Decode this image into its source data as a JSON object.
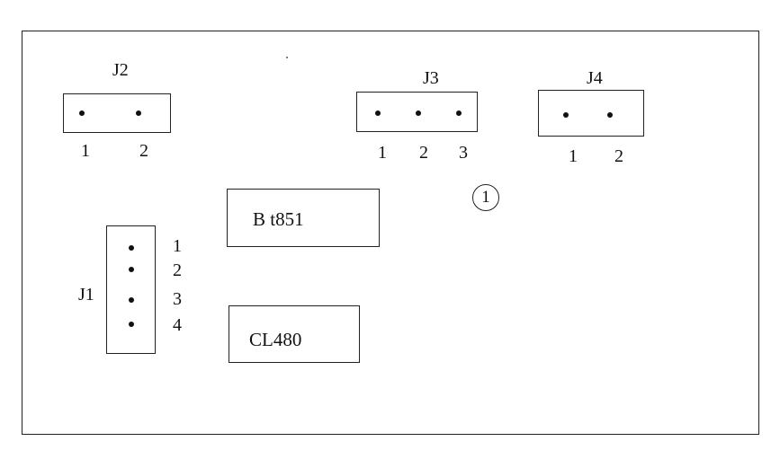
{
  "connectors": {
    "j2": {
      "name": "J2",
      "pins": [
        "1",
        "2"
      ]
    },
    "j3": {
      "name": "J3",
      "pins": [
        "1",
        "2",
        "3"
      ]
    },
    "j4": {
      "name": "J4",
      "pins": [
        "1",
        "2"
      ]
    },
    "j1": {
      "name": "J1",
      "pins": [
        "1",
        "2",
        "3",
        "4"
      ]
    }
  },
  "chips": {
    "bt851": "B t851",
    "cl480": "CL480"
  },
  "marker": "1"
}
